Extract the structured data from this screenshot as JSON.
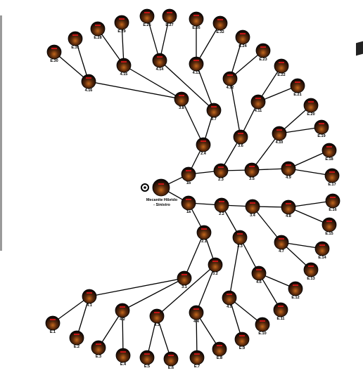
{
  "diagram": {
    "root_label": [
      "Mecanite Hibrido",
      "- Sinistro"
    ],
    "nodes": [
      {
        "id": "E.30",
        "label": "E.30"
      },
      {
        "id": "E.31",
        "label": "E.31"
      },
      {
        "id": "E.28",
        "label": "E.28"
      },
      {
        "id": "E.29",
        "label": "E.29"
      },
      {
        "id": "E.25",
        "label": "E.25"
      },
      {
        "id": "E.27",
        "label": "E.27"
      },
      {
        "id": "E.26",
        "label": "E.26"
      },
      {
        "id": "E.32",
        "label": "E.32"
      },
      {
        "id": "E.24",
        "label": "E.24"
      },
      {
        "id": "E.23",
        "label": "E.23"
      },
      {
        "id": "E.22",
        "label": "E.22"
      },
      {
        "id": "E.21",
        "label": "E.21"
      },
      {
        "id": "E.20",
        "label": "E.20"
      },
      {
        "id": "E.19",
        "label": "E.19"
      },
      {
        "id": "E.18",
        "label": "E.18"
      },
      {
        "id": "E.17",
        "label": "E.17"
      },
      {
        "id": "E.16",
        "label": "E.16"
      },
      {
        "id": "E.15",
        "label": "E.15"
      },
      {
        "id": "E.14",
        "label": "E.14"
      },
      {
        "id": "E.13",
        "label": "E.13"
      },
      {
        "id": "E.12",
        "label": "E.12"
      },
      {
        "id": "E.11",
        "label": "E.11"
      },
      {
        "id": "E.10",
        "label": "E.10"
      },
      {
        "id": "E.9",
        "label": "E.9"
      },
      {
        "id": "E.8",
        "label": "E.8"
      },
      {
        "id": "E.7",
        "label": "E.7"
      },
      {
        "id": "E.6",
        "label": "E.6"
      },
      {
        "id": "E.5",
        "label": "E.5"
      },
      {
        "id": "E.4",
        "label": "E.4"
      },
      {
        "id": "E.3",
        "label": "E.3"
      },
      {
        "id": "E.2",
        "label": "E.2"
      },
      {
        "id": "E.1",
        "label": "E.1"
      },
      {
        "id": "4.16",
        "label": "4.16"
      },
      {
        "id": "4.15",
        "label": "4.15"
      },
      {
        "id": "4.14",
        "label": "4.14"
      },
      {
        "id": "4.13",
        "label": "4.13"
      },
      {
        "id": "4.12",
        "label": "4.12"
      },
      {
        "id": "4.11",
        "label": "4.11"
      },
      {
        "id": "4.10",
        "label": "4.10"
      },
      {
        "id": "4.9",
        "label": "4.9"
      },
      {
        "id": "4.8",
        "label": "4.8"
      },
      {
        "id": "4.7",
        "label": "4.7"
      },
      {
        "id": "4.6",
        "label": "4.6"
      },
      {
        "id": "4.5",
        "label": "4.5"
      },
      {
        "id": "4.4",
        "label": "4.4"
      },
      {
        "id": "4.3",
        "label": "4.3"
      },
      {
        "id": "4.2",
        "label": "4.2"
      },
      {
        "id": "4.1",
        "label": "4.1"
      },
      {
        "id": "3.8",
        "label": "3.8"
      },
      {
        "id": "3.7",
        "label": "3.7"
      },
      {
        "id": "3.6",
        "label": "3.6"
      },
      {
        "id": "3.5",
        "label": "3.5"
      },
      {
        "id": "3.4",
        "label": "3.4"
      },
      {
        "id": "3.3",
        "label": "3.3"
      },
      {
        "id": "3.2",
        "label": "3.2"
      },
      {
        "id": "3.1",
        "label": "3.1"
      },
      {
        "id": "2.4",
        "label": "2.4"
      },
      {
        "id": "2.3",
        "label": "2.3"
      },
      {
        "id": "2.2",
        "label": "2.2"
      },
      {
        "id": "2.1",
        "label": "2.1"
      },
      {
        "id": "1b",
        "label": "1b"
      },
      {
        "id": "1a",
        "label": "1a"
      },
      {
        "id": "root",
        "label": ""
      }
    ],
    "edges": [
      [
        "root",
        "1b"
      ],
      [
        "root",
        "1a"
      ],
      [
        "1b",
        "2.4"
      ],
      [
        "1b",
        "2.3"
      ],
      [
        "1a",
        "2.2"
      ],
      [
        "1a",
        "2.1"
      ],
      [
        "2.4",
        "3.8"
      ],
      [
        "2.4",
        "3.7"
      ],
      [
        "2.3",
        "3.6"
      ],
      [
        "2.3",
        "3.5"
      ],
      [
        "2.2",
        "3.4"
      ],
      [
        "2.2",
        "3.3"
      ],
      [
        "2.1",
        "3.2"
      ],
      [
        "2.1",
        "3.1"
      ],
      [
        "3.8",
        "4.16"
      ],
      [
        "3.8",
        "4.15"
      ],
      [
        "3.7",
        "4.14"
      ],
      [
        "3.7",
        "4.13"
      ],
      [
        "3.6",
        "4.12"
      ],
      [
        "3.6",
        "4.11"
      ],
      [
        "3.5",
        "4.10"
      ],
      [
        "3.5",
        "4.9"
      ],
      [
        "3.4",
        "4.8"
      ],
      [
        "3.4",
        "4.7"
      ],
      [
        "3.3",
        "4.6"
      ],
      [
        "3.3",
        "4.5"
      ],
      [
        "3.2",
        "4.4"
      ],
      [
        "3.2",
        "4.3"
      ],
      [
        "3.1",
        "4.2"
      ],
      [
        "3.1",
        "4.1"
      ],
      [
        "4.16",
        "E.30"
      ],
      [
        "4.16",
        "E.31"
      ],
      [
        "4.15",
        "E.28"
      ],
      [
        "4.15",
        "E.29"
      ],
      [
        "4.14",
        "E.25"
      ],
      [
        "4.14",
        "E.27"
      ],
      [
        "4.13",
        "E.26"
      ],
      [
        "4.13",
        "E.32"
      ],
      [
        "4.12",
        "E.24"
      ],
      [
        "4.12",
        "E.23"
      ],
      [
        "4.11",
        "E.22"
      ],
      [
        "4.11",
        "E.21"
      ],
      [
        "4.10",
        "E.20"
      ],
      [
        "4.10",
        "E.19"
      ],
      [
        "4.9",
        "E.18"
      ],
      [
        "4.9",
        "E.17"
      ],
      [
        "4.8",
        "E.16"
      ],
      [
        "4.8",
        "E.15"
      ],
      [
        "4.7",
        "E.14"
      ],
      [
        "4.7",
        "E.13"
      ],
      [
        "4.6",
        "E.12"
      ],
      [
        "4.6",
        "E.11"
      ],
      [
        "4.5",
        "E.10"
      ],
      [
        "4.5",
        "E.9"
      ],
      [
        "4.4",
        "E.8"
      ],
      [
        "4.4",
        "E.7"
      ],
      [
        "4.3",
        "E.6"
      ],
      [
        "4.3",
        "E.5"
      ],
      [
        "4.2",
        "E.4"
      ],
      [
        "4.2",
        "E.3"
      ],
      [
        "4.1",
        "E.2"
      ],
      [
        "4.1",
        "E.1"
      ]
    ]
  }
}
